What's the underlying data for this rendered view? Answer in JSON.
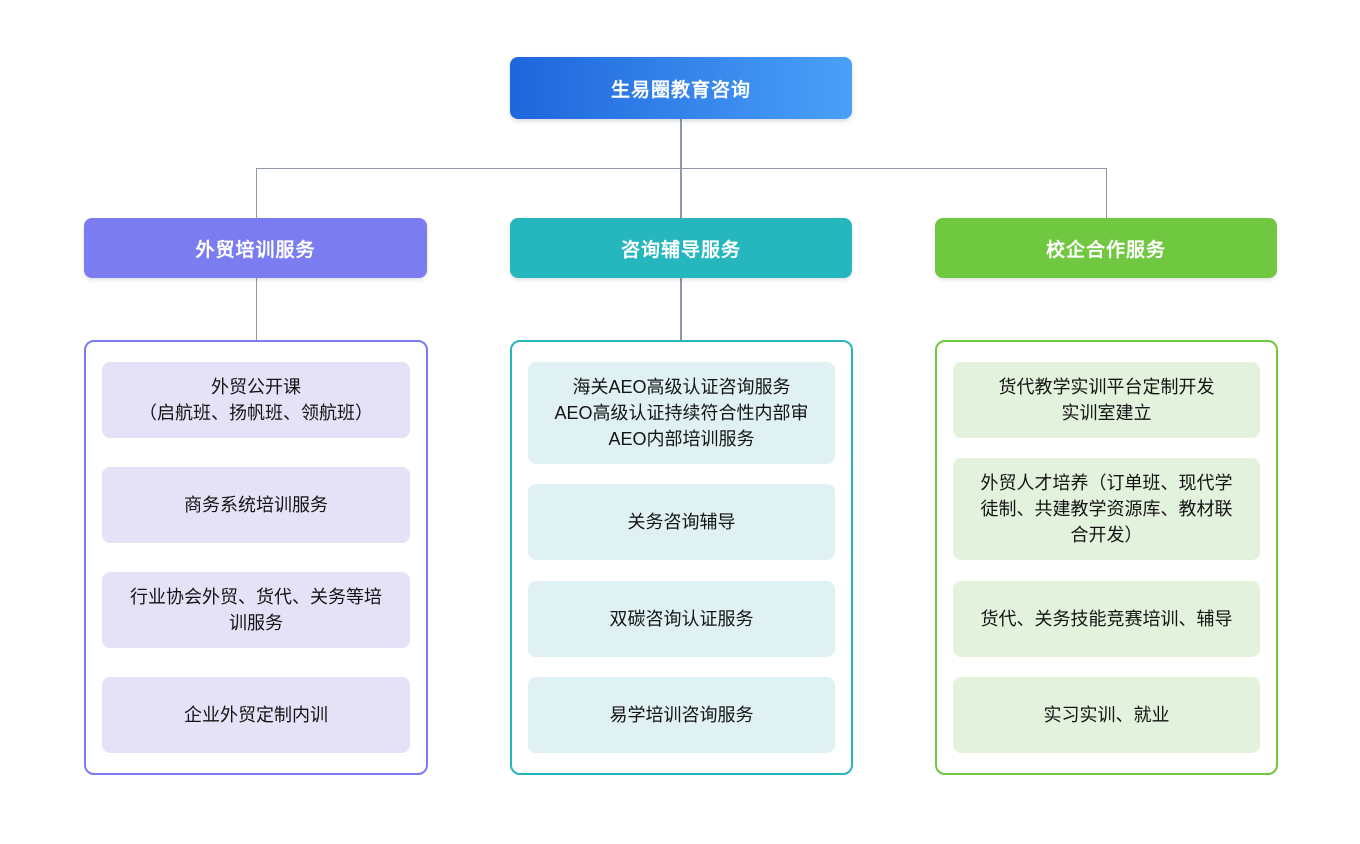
{
  "root": {
    "label": "生易圈教育咨询"
  },
  "branches": [
    {
      "id": "foreign-trade-training",
      "label": "外贸培训服务",
      "items": [
        "外贸公开课\n（启航班、扬帆班、领航班）",
        "商务系统培训服务",
        "行业协会外贸、货代、关务等培训服务",
        "企业外贸定制内训"
      ]
    },
    {
      "id": "consulting-coaching",
      "label": "咨询辅导服务",
      "items": [
        "海关AEO高级认证咨询服务\nAEO高级认证持续符合性内部审\nAEO内部培训服务",
        "关务咨询辅导",
        "双碳咨询认证服务",
        "易学培训咨询服务"
      ]
    },
    {
      "id": "school-enterprise-cooperation",
      "label": "校企合作服务",
      "items": [
        "货代教学实训平台定制开发\n实训室建立",
        "外贸人才培养（订单班、现代学徒制、共建教学资源库、教材联合开发）",
        "货代、关务技能竞赛培训、辅导",
        "实习实训、就业"
      ]
    }
  ],
  "palette": {
    "background": "#FFFFFF",
    "connector": "#8E98A6",
    "root_gradient_start": "#1E66DC",
    "root_gradient_end": "#4AA0F8",
    "branch_colors": [
      "#7B7CEF",
      "#26B7BE",
      "#6FC83F"
    ],
    "item_backgrounds": [
      "#E5E2F8",
      "#DFF1F3",
      "#E3F2DC"
    ],
    "text_on_color": "#FFFFFF",
    "item_text": "#141414"
  }
}
